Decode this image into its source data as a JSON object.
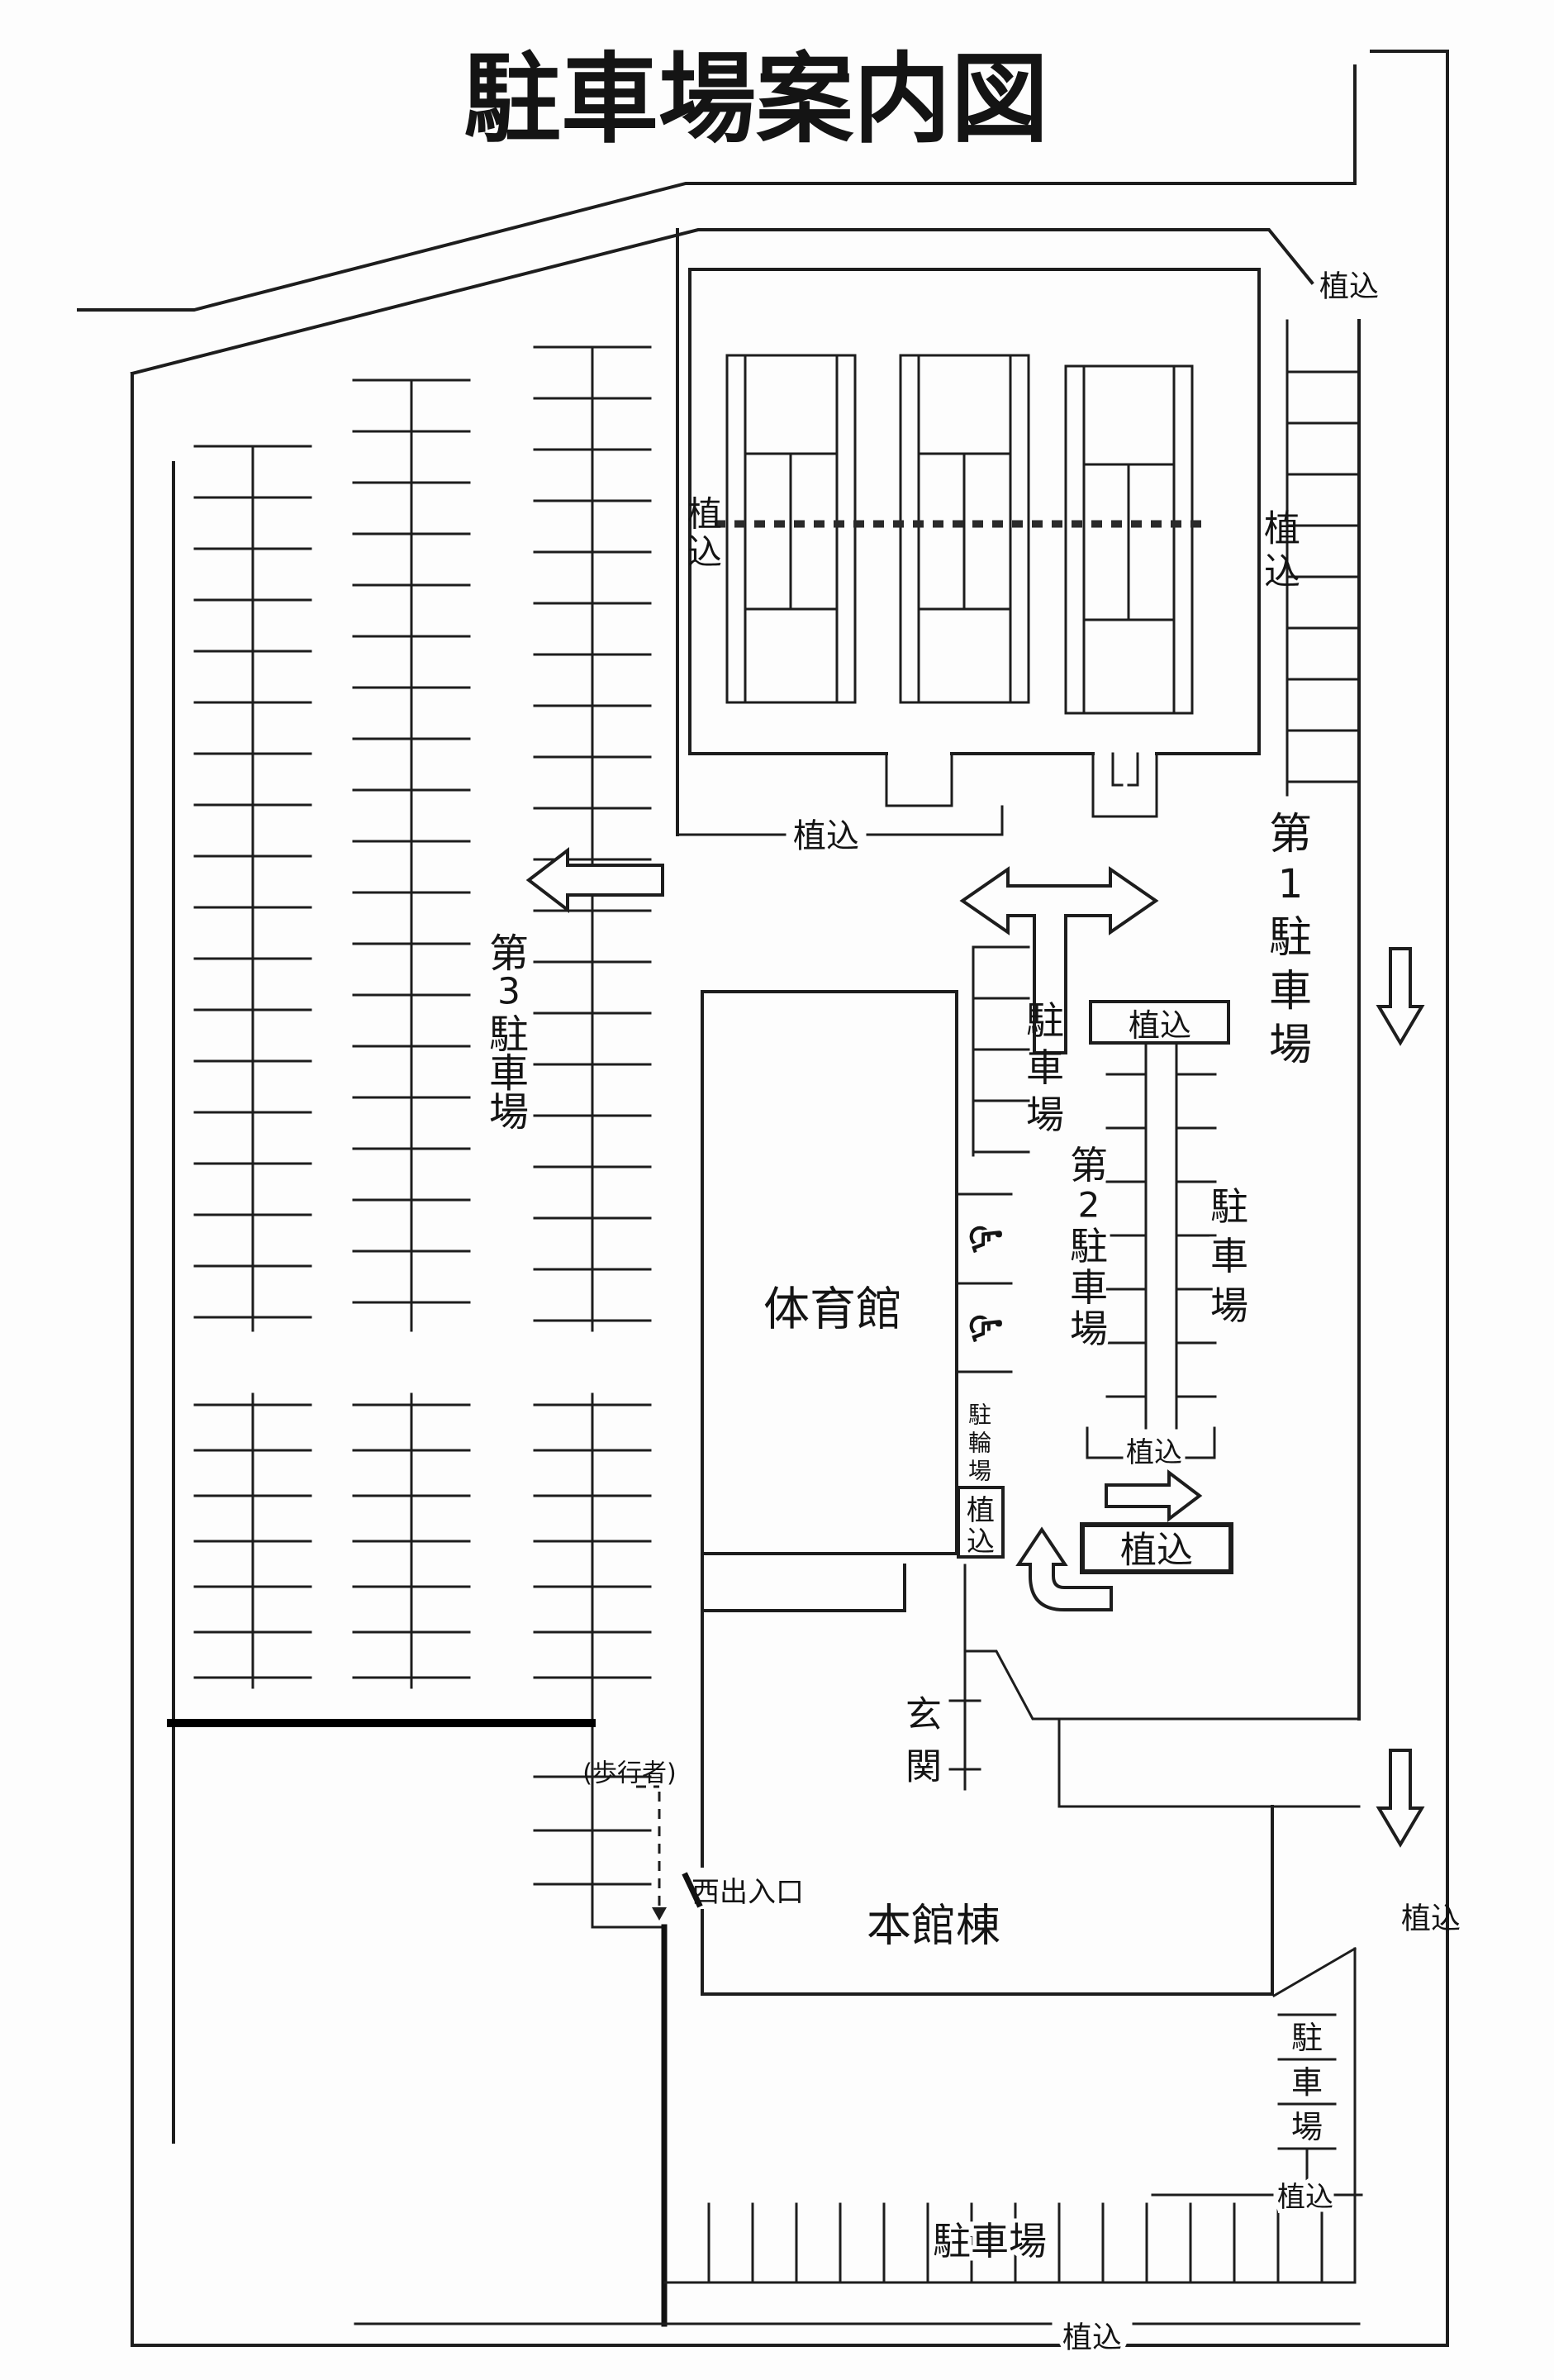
{
  "title": "駐車場案内図",
  "colors": {
    "ink": "#1d1d1d",
    "paper": "#fdfdfd",
    "bold_line": "#000000"
  },
  "map": {
    "areas": {
      "lot1_chars": [
        "第",
        "1",
        "駐",
        "車",
        "場"
      ],
      "lot2_chars": [
        "第",
        "2",
        "駐",
        "車",
        "場"
      ],
      "lot3_chars": [
        "第",
        "3",
        "駐",
        "車",
        "場"
      ],
      "gym": "体育館",
      "main_building": "本館棟",
      "entrance_chars": [
        "玄",
        "関"
      ],
      "bicycle_parking_chars": [
        "駐",
        "輪",
        "場"
      ]
    },
    "labels": {
      "planting": "植込",
      "planting_chars": [
        "植",
        "込"
      ],
      "parking": "駐車場",
      "parking_chars": [
        "駐",
        "車",
        "場"
      ],
      "pedestrian": "(歩行者)",
      "west_gate": "西出入口"
    },
    "icons": {
      "wheelchair": "♿"
    }
  }
}
